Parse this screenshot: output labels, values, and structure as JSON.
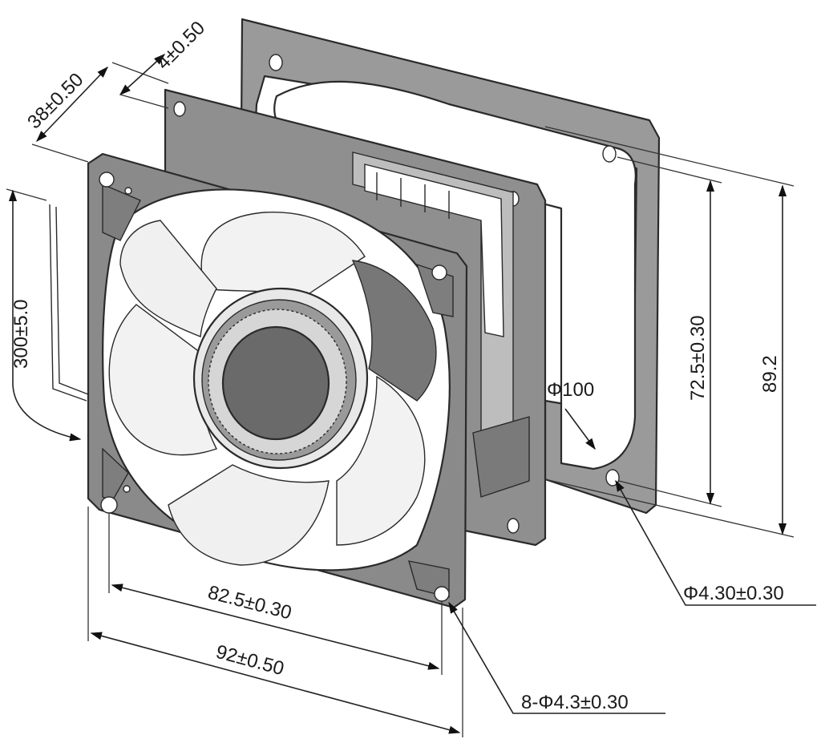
{
  "diagram": {
    "labels": {
      "depth": "38±0.50",
      "flange": "4±0.50",
      "cable": "300±5.0",
      "hole_spacing_vertical": "72.5±0.30",
      "height": "89.2",
      "guard_diameter": "Φ100",
      "guard_hole": "Φ4.30±0.30",
      "hole_spacing_horizontal": "82.5±0.30",
      "width": "92±0.50",
      "mounting_holes": "8-Φ4.3±0.30"
    },
    "colors": {
      "frame": "#8f8f8f",
      "frame_dark": "#6e6e6e",
      "guard": "#9a9a9a",
      "blade": "#f2f2f2",
      "blade_shadow": "#7a7a7a",
      "hub": "#6a6a6a",
      "line": "#222222"
    }
  }
}
